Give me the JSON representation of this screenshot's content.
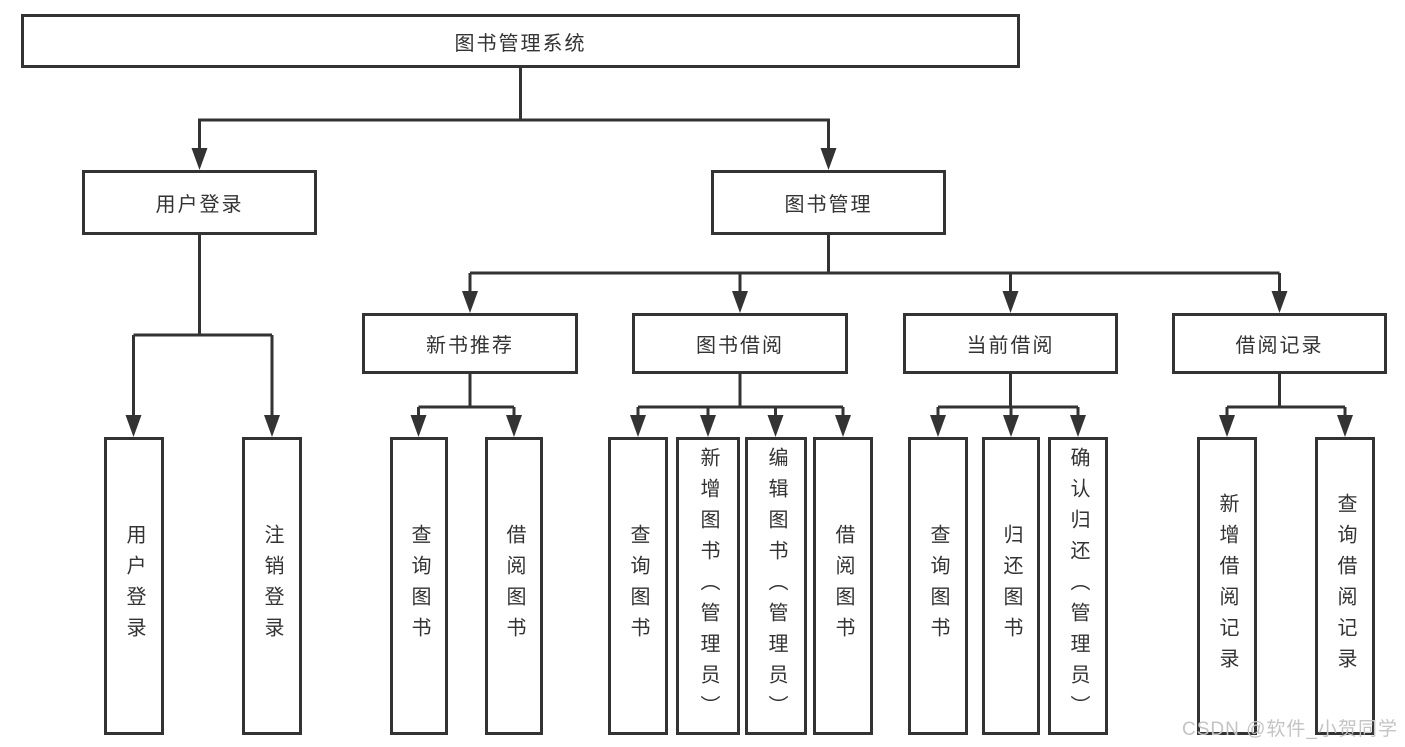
{
  "diagram": {
    "title": "图书管理系统",
    "level2": [
      {
        "label": "用户登录",
        "children": [
          "用户登录",
          "注销登录"
        ]
      },
      {
        "label": "图书管理"
      }
    ],
    "level3": [
      {
        "label": "新书推荐",
        "children": [
          "查询图书",
          "借阅图书"
        ]
      },
      {
        "label": "图书借阅",
        "children": [
          "查询图书",
          "新增图书（管理员）",
          "编辑图书（管理员）",
          "借阅图书"
        ]
      },
      {
        "label": "当前借阅",
        "children": [
          "查询图书",
          "归还图书",
          "确认归还（管理员）"
        ]
      },
      {
        "label": "借阅记录",
        "children": [
          "新增借阅记录",
          "查询借阅记录"
        ]
      }
    ]
  },
  "watermark": "CSDN @软件_小贺同学",
  "colors": {
    "line": "#333333",
    "text": "#333333",
    "box_background": "#ffffff",
    "page_background": "#ffffff",
    "watermark": "#c4c4c4"
  }
}
